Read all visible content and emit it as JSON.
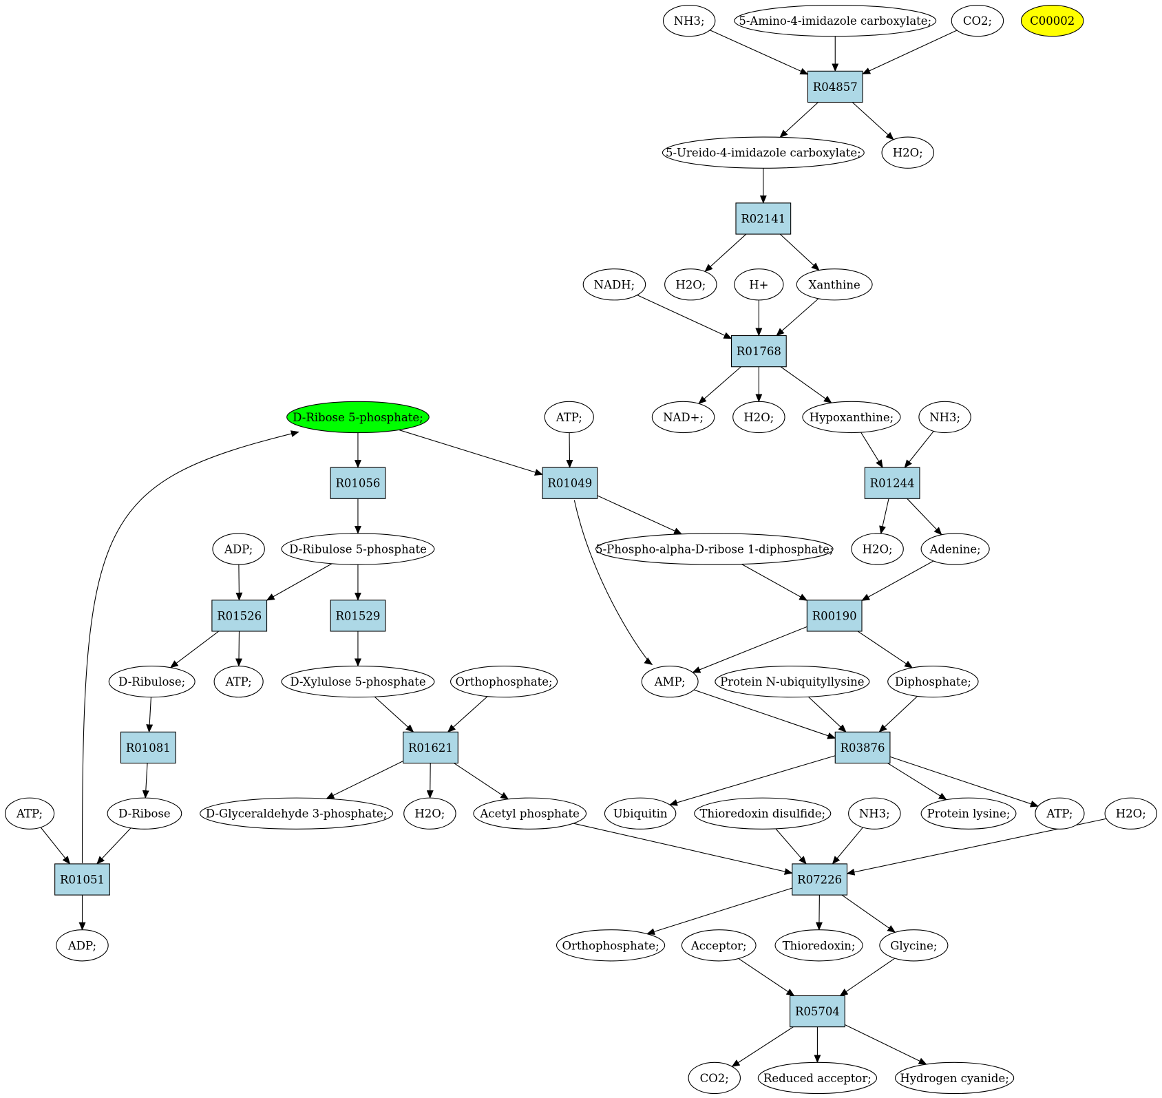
{
  "colors": {
    "default_fill": "#ffffff",
    "reaction_fill": "#add8e6",
    "ribose_fill": "#00ff00",
    "c00002_fill": "#ffff00"
  },
  "compounds": [
    {
      "id": "nh3_1",
      "label": "NH3;"
    },
    {
      "id": "aica",
      "label": "5-Amino-4-imidazole carboxylate;"
    },
    {
      "id": "co2_1",
      "label": "CO2;"
    },
    {
      "id": "c00002",
      "label": "C00002"
    },
    {
      "id": "ureido",
      "label": "5-Ureido-4-imidazole carboxylate;"
    },
    {
      "id": "h2o_1",
      "label": "H2O;"
    },
    {
      "id": "nadh",
      "label": "NADH;"
    },
    {
      "id": "h2o_2",
      "label": "H2O;"
    },
    {
      "id": "hplus",
      "label": "H+"
    },
    {
      "id": "xanthine",
      "label": "Xanthine"
    },
    {
      "id": "dr5p",
      "label": "D-Ribose 5-phosphate;"
    },
    {
      "id": "atp_1",
      "label": "ATP;"
    },
    {
      "id": "nadplus",
      "label": "NAD+;"
    },
    {
      "id": "h2o_3",
      "label": "H2O;"
    },
    {
      "id": "hypox",
      "label": "Hypoxanthine;"
    },
    {
      "id": "nh3_2",
      "label": "NH3;"
    },
    {
      "id": "adp_1",
      "label": "ADP;"
    },
    {
      "id": "dru5p",
      "label": "D-Ribulose 5-phosphate"
    },
    {
      "id": "prpp",
      "label": "5-Phospho-alpha-D-ribose 1-diphosphate;"
    },
    {
      "id": "h2o_4",
      "label": "H2O;"
    },
    {
      "id": "adenine",
      "label": "Adenine;"
    },
    {
      "id": "dribulose",
      "label": "D-Ribulose;"
    },
    {
      "id": "atp_2",
      "label": "ATP;"
    },
    {
      "id": "dxu5p",
      "label": "D-Xylulose 5-phosphate"
    },
    {
      "id": "ortho_1",
      "label": "Orthophosphate;"
    },
    {
      "id": "amp",
      "label": "AMP;"
    },
    {
      "id": "pnubl",
      "label": "Protein N-ubiquityllysine"
    },
    {
      "id": "dipho",
      "label": "Diphosphate;"
    },
    {
      "id": "atp_3",
      "label": "ATP;"
    },
    {
      "id": "dribose",
      "label": "D-Ribose"
    },
    {
      "id": "dg3p",
      "label": "D-Glyceraldehyde 3-phosphate;"
    },
    {
      "id": "h2o_5",
      "label": "H2O;"
    },
    {
      "id": "acetylp",
      "label": "Acetyl phosphate"
    },
    {
      "id": "ubiquitin",
      "label": "Ubiquitin"
    },
    {
      "id": "trxss",
      "label": "Thioredoxin disulfide;"
    },
    {
      "id": "nh3_3",
      "label": "NH3;"
    },
    {
      "id": "plys",
      "label": "Protein lysine;"
    },
    {
      "id": "atp_4",
      "label": "ATP;"
    },
    {
      "id": "h2o_6",
      "label": "H2O;"
    },
    {
      "id": "adp_2",
      "label": "ADP;"
    },
    {
      "id": "ortho_2",
      "label": "Orthophosphate;"
    },
    {
      "id": "acceptor",
      "label": "Acceptor;"
    },
    {
      "id": "trx",
      "label": "Thioredoxin;"
    },
    {
      "id": "glycine",
      "label": "Glycine;"
    },
    {
      "id": "co2_2",
      "label": "CO2;"
    },
    {
      "id": "redacc",
      "label": "Reduced acceptor;"
    },
    {
      "id": "hcn",
      "label": "Hydrogen cyanide;"
    }
  ],
  "reactions": [
    {
      "id": "R04857",
      "label": "R04857"
    },
    {
      "id": "R02141",
      "label": "R02141"
    },
    {
      "id": "R01768",
      "label": "R01768"
    },
    {
      "id": "R01056",
      "label": "R01056"
    },
    {
      "id": "R01049",
      "label": "R01049"
    },
    {
      "id": "R01244",
      "label": "R01244"
    },
    {
      "id": "R01526",
      "label": "R01526"
    },
    {
      "id": "R01529",
      "label": "R01529"
    },
    {
      "id": "R00190",
      "label": "R00190"
    },
    {
      "id": "R01081",
      "label": "R01081"
    },
    {
      "id": "R01621",
      "label": "R01621"
    },
    {
      "id": "R03876",
      "label": "R03876"
    },
    {
      "id": "R01051",
      "label": "R01051"
    },
    {
      "id": "R07226",
      "label": "R07226"
    },
    {
      "id": "R05704",
      "label": "R05704"
    }
  ],
  "edges": [
    [
      "nh3_1",
      "R04857"
    ],
    [
      "aica",
      "R04857"
    ],
    [
      "co2_1",
      "R04857"
    ],
    [
      "R04857",
      "ureido"
    ],
    [
      "R04857",
      "h2o_1"
    ],
    [
      "ureido",
      "R02141"
    ],
    [
      "R02141",
      "h2o_2"
    ],
    [
      "R02141",
      "xanthine"
    ],
    [
      "nadh",
      "R01768"
    ],
    [
      "hplus",
      "R01768"
    ],
    [
      "xanthine",
      "R01768"
    ],
    [
      "R01768",
      "nadplus"
    ],
    [
      "R01768",
      "h2o_3"
    ],
    [
      "R01768",
      "hypox"
    ],
    [
      "hypox",
      "R01244"
    ],
    [
      "nh3_2",
      "R01244"
    ],
    [
      "R01244",
      "h2o_4"
    ],
    [
      "R01244",
      "adenine"
    ],
    [
      "dr5p",
      "R01056"
    ],
    [
      "dr5p",
      "R01049"
    ],
    [
      "atp_1",
      "R01049"
    ],
    [
      "R01056",
      "dru5p"
    ],
    [
      "R01049",
      "prpp"
    ],
    [
      "R01049",
      "amp"
    ],
    [
      "adp_1",
      "R01526"
    ],
    [
      "dru5p",
      "R01526"
    ],
    [
      "dru5p",
      "R01529"
    ],
    [
      "prpp",
      "R00190"
    ],
    [
      "adenine",
      "R00190"
    ],
    [
      "R01526",
      "dribulose"
    ],
    [
      "R01526",
      "atp_2"
    ],
    [
      "R01529",
      "dxu5p"
    ],
    [
      "R00190",
      "amp"
    ],
    [
      "R00190",
      "dipho"
    ],
    [
      "dribulose",
      "R01081"
    ],
    [
      "dxu5p",
      "R01621"
    ],
    [
      "ortho_1",
      "R01621"
    ],
    [
      "amp",
      "R03876"
    ],
    [
      "pnubl",
      "R03876"
    ],
    [
      "dipho",
      "R03876"
    ],
    [
      "R01081",
      "dribose"
    ],
    [
      "R01621",
      "dg3p"
    ],
    [
      "R01621",
      "h2o_5"
    ],
    [
      "R01621",
      "acetylp"
    ],
    [
      "R03876",
      "ubiquitin"
    ],
    [
      "R03876",
      "plys"
    ],
    [
      "R03876",
      "atp_4"
    ],
    [
      "atp_3",
      "R01051"
    ],
    [
      "dribose",
      "R01051"
    ],
    [
      "R01051",
      "adp_2"
    ],
    [
      "R01051",
      "dr5p"
    ],
    [
      "acetylp",
      "R07226"
    ],
    [
      "trxss",
      "R07226"
    ],
    [
      "nh3_3",
      "R07226"
    ],
    [
      "h2o_6",
      "R07226"
    ],
    [
      "R07226",
      "ortho_2"
    ],
    [
      "R07226",
      "trx"
    ],
    [
      "R07226",
      "glycine"
    ],
    [
      "acceptor",
      "R05704"
    ],
    [
      "glycine",
      "R05704"
    ],
    [
      "R05704",
      "co2_2"
    ],
    [
      "R05704",
      "redacc"
    ],
    [
      "R05704",
      "hcn"
    ]
  ]
}
